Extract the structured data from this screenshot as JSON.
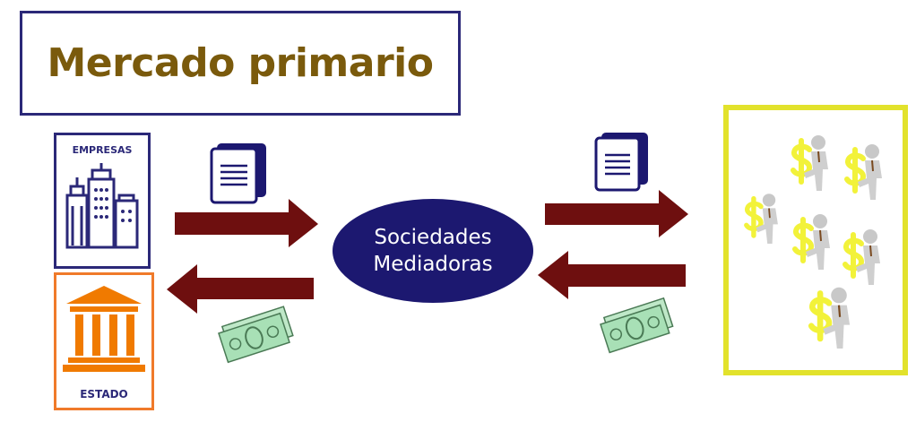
{
  "title": "Mercado primario",
  "issuers": {
    "companies": "EMPRESAS",
    "state": "ESTADO"
  },
  "intermediary": {
    "line1": "Sociedades",
    "line2": "Mediadoras"
  },
  "colors": {
    "navy": "#2b2878",
    "orange": "#f07a2a",
    "arrow": "#6e0f0f",
    "investor_border": "#e2e22c",
    "title": "#7a5a0c"
  },
  "icons": [
    "building-icon",
    "government-building-icon",
    "document-icon",
    "money-icon",
    "investor-icon"
  ]
}
